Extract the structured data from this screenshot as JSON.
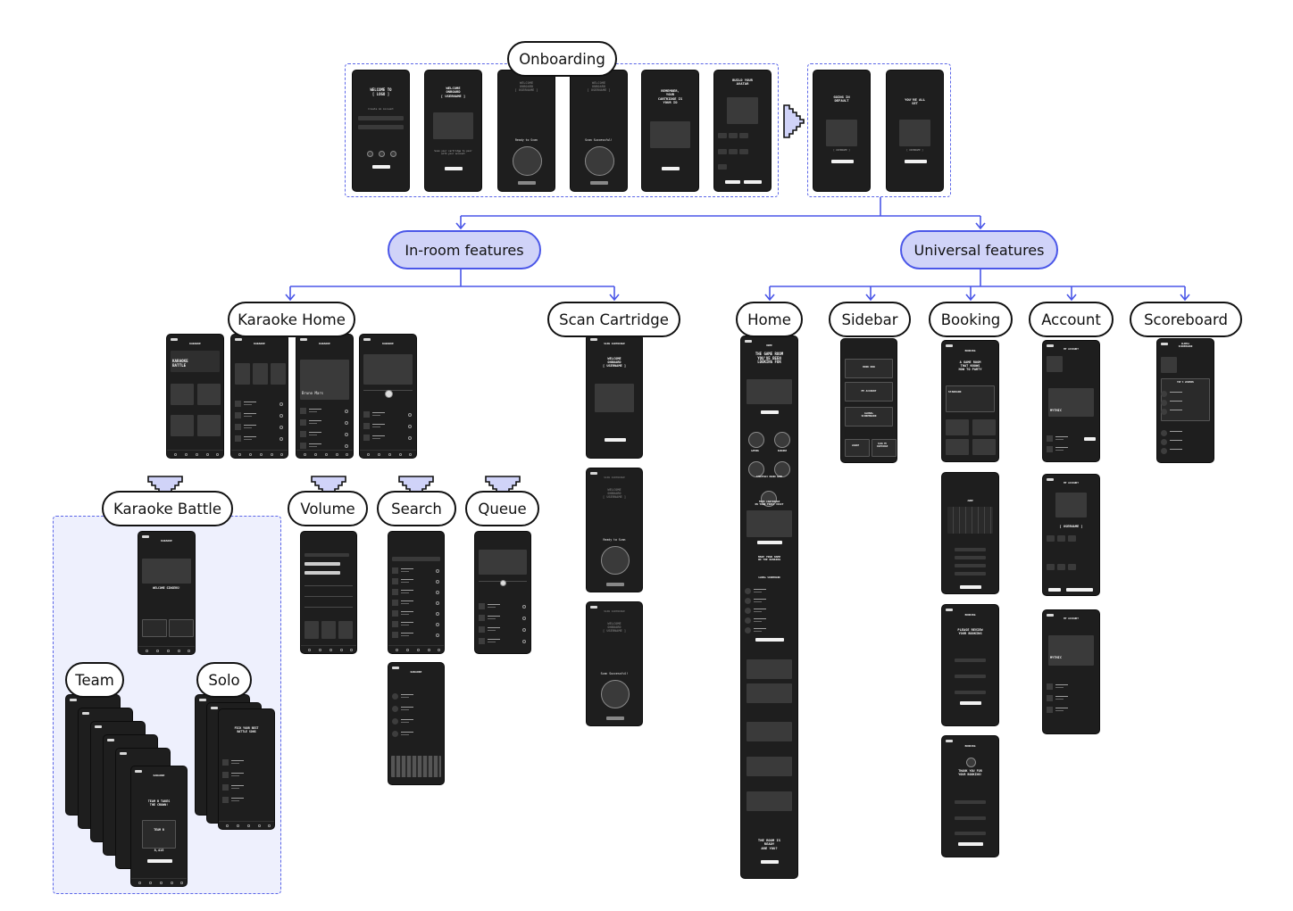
{
  "colors": {
    "connector": "#4a56e8",
    "dashed_border": "#5b66e8",
    "accent_fill": "#d0d3f8",
    "screen_bg": "#1e1e1e",
    "canvas_bg": "#ffffff"
  },
  "labels": {
    "onboarding": "Onboarding",
    "in_room": "In-room features",
    "universal": "Universal features",
    "karaoke_home": "Karaoke Home",
    "scan_cartridge": "Scan Cartridge",
    "home": "Home",
    "sidebar": "Sidebar",
    "booking": "Booking",
    "account": "Account",
    "scoreboard": "Scoreboard",
    "karaoke_battle": "Karaoke Battle",
    "volume": "Volume",
    "search": "Search",
    "queue": "Queue",
    "team": "Team",
    "solo": "Solo"
  },
  "screens": {
    "onboarding": [
      {
        "title": "WELCOME TO\n[ LOGO ]",
        "button": "",
        "sub": "Create An Account"
      },
      {
        "title": "WELCOME\nONBOARD\n[ USERNAME ]",
        "sub": "Scan your cartridge to pair with your account"
      },
      {
        "title": "WELCOME\nONBOARD\n[ USERNAME ]",
        "sub": "Ready to Scan"
      },
      {
        "title": "WELCOME\nONBOARD\n[ USERNAME ]",
        "sub": "Scan Successful!"
      },
      {
        "title": "REMEMBER,\nYOUR\nCARTRIDGE IS\nYOUR ID",
        "sub": ""
      },
      {
        "title": "BUILD YOUR\nAVATAR",
        "sub": ""
      },
      {
        "title": "GOING IN\nDEFAULT",
        "sub": "[ USERNAME ]"
      },
      {
        "title": "YOU'RE ALL\nSET",
        "sub": "[ USERNAME ]"
      }
    ],
    "karaoke": {
      "header": "KARAOKE",
      "battle_title": "KARAOKE\nBATTLE",
      "now_playing": "Bruno Mars",
      "welcome_singers": "WELCOME SINGERS!",
      "team_b": "TEAM B TAKES\nTHE CROWN!",
      "team_score": "TEAM B",
      "score_value": "8,415",
      "pick_song": "PICK YOUR BEST\nBATTLE SONG"
    },
    "scan": {
      "header": "SCAN CARTRIDGE",
      "welcome": "WELCOME\nONBOARD\n[ USERNAME ]",
      "ready": "Ready to Scan",
      "success": "Scan Successful!"
    },
    "home": {
      "header": "HOME",
      "hero": "THE GAME ROOM\nYOU'VE BEEN\nLOOKING FOR",
      "first_visit": "FREE CARTRIDGE\nON YOUR FIRST VISIT",
      "leaderboard": "MAKE YOUR NAME\nON THE RANKING",
      "global": "GLOBAL SCOREBOARD",
      "cta": "THE ROOM IS\nREADY\nARE YOU?",
      "categories": [
        "GAMING",
        "KARAOKE",
        "STRATEGIC BOARD GAME"
      ]
    },
    "sidebar": {
      "items": [
        "BOOK NOW",
        "MY ACCOUNT",
        "GLOBAL\nSCOREBOARD"
      ],
      "buttons": [
        "LOGOUT",
        "SCAN MY\nCARTRIDGE"
      ]
    },
    "booking": {
      "header": "BOOKING",
      "hero": "A GAME ROOM\nTHAT KNOWS\nHOW TO PARTY",
      "package": "STANDARD",
      "month": "JUNE",
      "review": "PLEASE REVIEW\nYOUR BOOKING",
      "thanks": "THANK YOU FOR\nYOUR BOOKING!"
    },
    "account": {
      "header": "MY ACCOUNT",
      "username": "[ USERNAME ]",
      "rank": "MYTHIC"
    },
    "scoreboard": {
      "header": "GLOBAL\nSCOREBOARD",
      "top": "TOP 3 LEGENDS"
    }
  }
}
